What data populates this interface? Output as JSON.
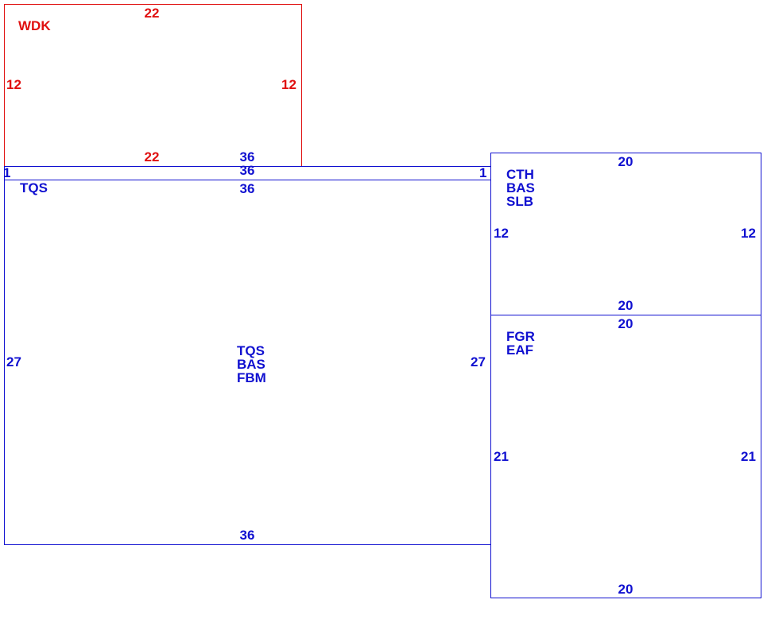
{
  "colors": {
    "red": "#e01010",
    "blue": "#1010d0"
  },
  "wdk": {
    "name": "WDK",
    "top": "22",
    "bottom": "22",
    "left": "12",
    "right": "12"
  },
  "strip": {
    "top": "36",
    "middle": "36",
    "left": "1",
    "right": "1"
  },
  "tqs": {
    "name": "TQS",
    "top": "36",
    "bottom": "36",
    "left": "27",
    "right": "27",
    "center": [
      "TQS",
      "BAS",
      "FBM"
    ]
  },
  "cth": {
    "lines": [
      "CTH",
      "BAS",
      "SLB"
    ],
    "top": "20",
    "bottom": "20",
    "left": "12",
    "right": "12"
  },
  "fgr": {
    "lines": [
      "FGR",
      "EAF"
    ],
    "top": "20",
    "bottom": "20",
    "left": "21",
    "right": "21"
  }
}
